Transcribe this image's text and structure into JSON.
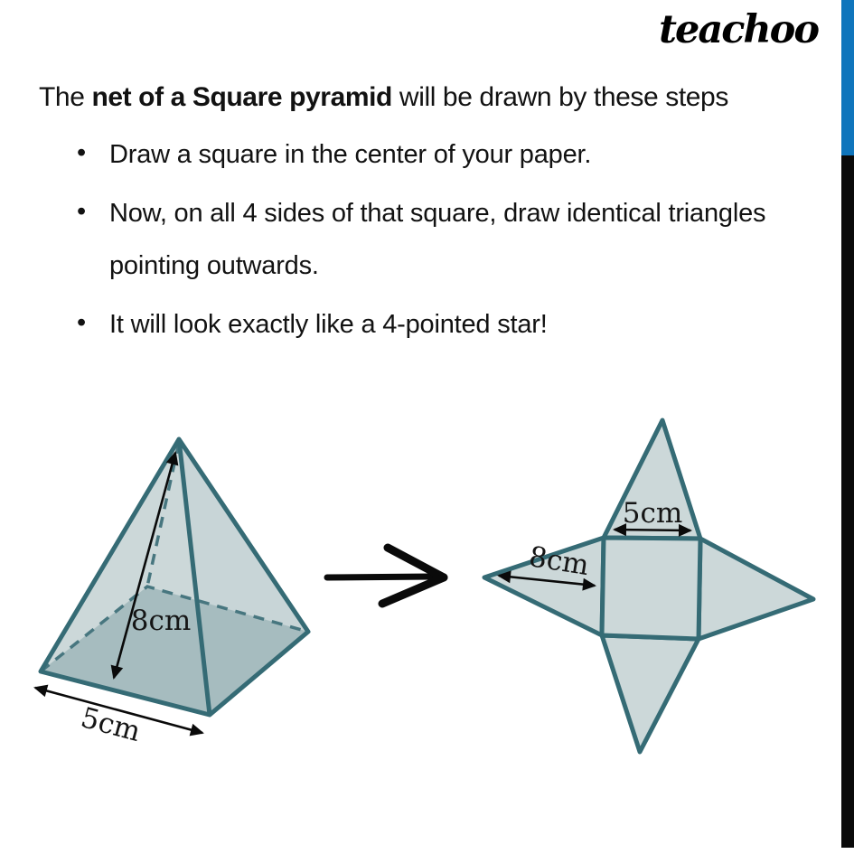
{
  "brand": {
    "logo_text": "teachoo",
    "accent_blue": "#0f75bc",
    "stripe_black": "#0a0a0a"
  },
  "heading": {
    "prefix": "The ",
    "bold": "net of a Square pyramid",
    "suffix": " will be drawn by these steps"
  },
  "list": {
    "bullet_char": "•",
    "items": [
      "Draw a square in the center of your paper.",
      "Now, on all 4 sides of that square, draw identical triangles pointing outwards.",
      "It will look exactly like a 4-pointed star!"
    ]
  },
  "figure": {
    "pyramid": {
      "height_label": "8cm",
      "base_label": "5cm"
    },
    "transform_arrow_icon": "right-arrow",
    "net": {
      "base_side_label": "5cm",
      "slant_height_label": "8cm"
    },
    "colors": {
      "outline": "#356b75",
      "dashed": "#47767f",
      "face_light": "#ccd8d9",
      "face_light2": "#c8d5d7",
      "face_base": "#a6bcbf",
      "ink": "#0a0a0a"
    }
  }
}
